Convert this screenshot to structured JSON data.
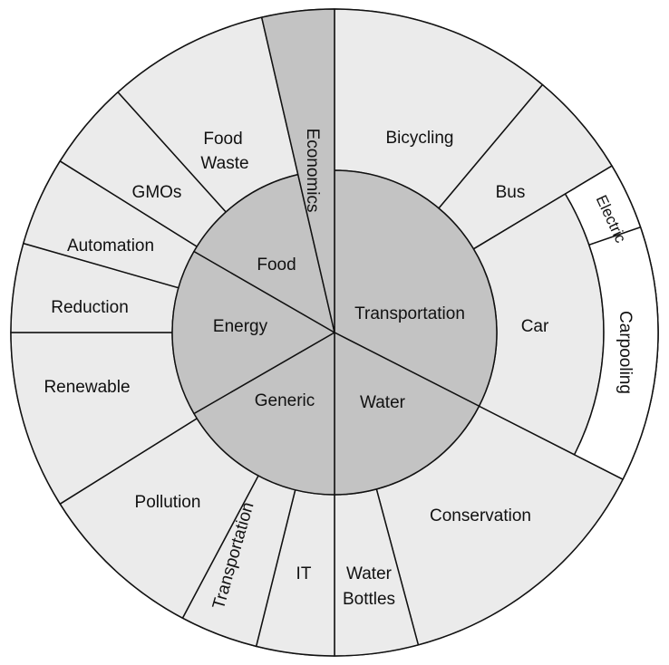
{
  "colors": {
    "inner": "#c3c3c3",
    "outer": "#ebebeb",
    "outer_highlight": "#c3c3c3",
    "empty": "#ffffff",
    "stroke": "#111111",
    "text": "#111111"
  },
  "inner_ring": [
    {
      "label": "Transportation",
      "start": 0,
      "end": 117
    },
    {
      "label": "Water",
      "start": 117,
      "end": 180
    },
    {
      "label": "Generic",
      "start": 180,
      "end": 240
    },
    {
      "label": "Energy",
      "start": 240,
      "end": 300
    },
    {
      "label": "Food",
      "start": 300,
      "end": 347
    },
    {
      "label": "Economics",
      "start": 347,
      "end": 360,
      "extends_outward": true,
      "vertical_label": true
    }
  ],
  "outer_ring": [
    {
      "label": "Bicycling",
      "start": 0,
      "end": 40
    },
    {
      "label": "Bus",
      "start": 40,
      "end": 59
    },
    {
      "label": "Car",
      "start": 59,
      "end": 117
    },
    {
      "label": "Conservation",
      "start": 117,
      "end": 165
    },
    {
      "label": "Water Bottles",
      "start": 165,
      "end": 180
    },
    {
      "label": "IT",
      "start": 180,
      "end": 194
    },
    {
      "label": "Transportation",
      "start": 194,
      "end": 208,
      "rotated_label": true
    },
    {
      "label": "Pollution",
      "start": 208,
      "end": 238
    },
    {
      "label": "Renewable",
      "start": 238,
      "end": 270
    },
    {
      "label": "Reduction",
      "start": 270,
      "end": 286
    },
    {
      "label": "Automation",
      "start": 286,
      "end": 302
    },
    {
      "label": "GMOs",
      "start": 302,
      "end": 318
    },
    {
      "label": "Food Waste",
      "start": 318,
      "end": 347
    }
  ],
  "third_ring": [
    {
      "label": "Electric",
      "start": 59,
      "end": 71
    },
    {
      "label": "Carpooling",
      "start": 71,
      "end": 117
    }
  ]
}
